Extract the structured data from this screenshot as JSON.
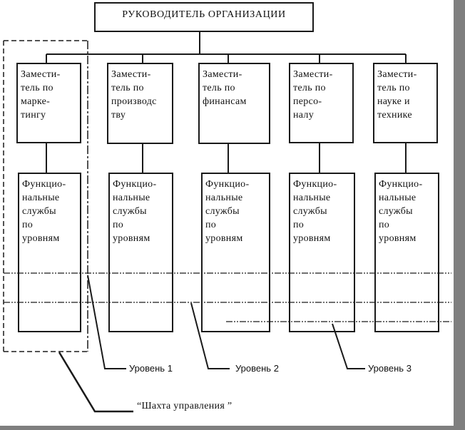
{
  "diagram": {
    "title": "РУКОВОДИТЕЛЬ ОРГАНИЗАЦИИ",
    "deputies": [
      {
        "label": "Замести-\nтель по\nмарке-\nтингу"
      },
      {
        "label": "Замести-\nтель по\nпроизводс\nтву"
      },
      {
        "label": "Замести-\nтель по\nфинансам"
      },
      {
        "label": "Замести-\nтель по\nперсо-\nналу"
      },
      {
        "label": "Замести-\nтель по\nнауке и\nтехнике"
      }
    ],
    "functional_services": [
      {
        "label": "Функцио-\nнальные\nслужбы\nпо\nуровням"
      },
      {
        "label": "Функцио-\nнальные\nслужбы\nпо\nуровням"
      },
      {
        "label": "Функцио-\nнальные\nслужбы\nпо\nуровням"
      },
      {
        "label": "Функцио-\nнальные\nслужбы\nпо\nуровням"
      },
      {
        "label": "Функцио-\nнальные\nслужбы\nпо\nуровням"
      }
    ],
    "level_labels": [
      "Уровень 1",
      "Уровень 2",
      "Уровень 3"
    ],
    "shaft_label": "“Шахта управления ”",
    "colors": {
      "line": "#1a1a1a",
      "background": "#ffffff",
      "gutter": "#7f7f7f"
    }
  }
}
